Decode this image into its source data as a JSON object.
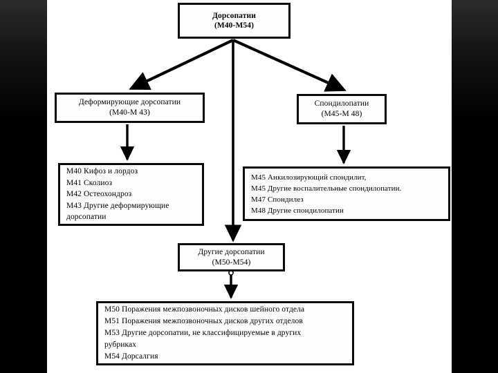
{
  "slide": {
    "language": "ru",
    "background_color": "#ffffff",
    "edge_color": "#000000",
    "line_color": "#0a0a0a"
  },
  "diagram": {
    "type": "flowchart",
    "orientation": "top-down",
    "root": {
      "title": "Дорсопатии",
      "code_range": "(М40-М54)"
    },
    "branches": [
      {
        "name": "deforming",
        "title": "Деформирующие дорсопатии",
        "code_range": "(М40-М 43)",
        "items": [
          "М40 Кифоз и лордоз",
          "М41 Сколиоз",
          "М42 Остеохондроз",
          "М43 Другие деформирующие",
          "дорсопатии"
        ]
      },
      {
        "name": "spondylopathies",
        "title": "Спондилопатии",
        "code_range": "(М45-М 48)",
        "items": [
          "М45 Анкилозирующий спондилит,",
          "М45 Другие воспалительные спондилопатии.",
          "М47 Спондилез",
          "М48 Другие спондилопатии"
        ]
      },
      {
        "name": "other",
        "title": "Другие дорсопатии",
        "code_range": "(М50-М54)",
        "items": [
          "М50 Поражения межпозвоночных дисков шейного отдела",
          "М51 Поражения межпозвоночных дисков других отделов",
          "М53 Другие дорсопатии, не классифицируемые в других",
          "рубриках",
          "М54 Дорсалгия"
        ]
      }
    ]
  }
}
